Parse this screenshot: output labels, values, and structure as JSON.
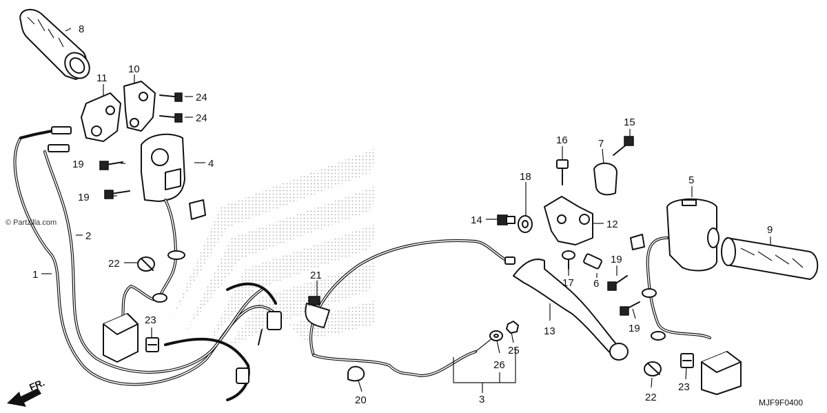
{
  "watermark": "© Partzilla.com",
  "diagram_code": "MJF9F0400",
  "direction_label": "FR.",
  "colors": {
    "line": "#111111",
    "background": "#ffffff",
    "watermark_dots": "#9a9a9a"
  },
  "callouts": {
    "c1": "1",
    "c2": "2",
    "c3": "3",
    "c4": "4",
    "c5": "5",
    "c6": "6",
    "c7": "7",
    "c8": "8",
    "c9": "9",
    "c10": "10",
    "c11": "11",
    "c12": "12",
    "c13": "13",
    "c14": "14",
    "c15": "15",
    "c16": "16",
    "c17": "17",
    "c18": "18",
    "c19a": "19",
    "c19b": "19",
    "c19c": "19",
    "c19d": "19",
    "c20": "20",
    "c21": "21",
    "c22a": "22",
    "c22b": "22",
    "c23a": "23",
    "c23b": "23",
    "c24a": "24",
    "c24b": "24",
    "c25": "25",
    "c26": "26"
  }
}
